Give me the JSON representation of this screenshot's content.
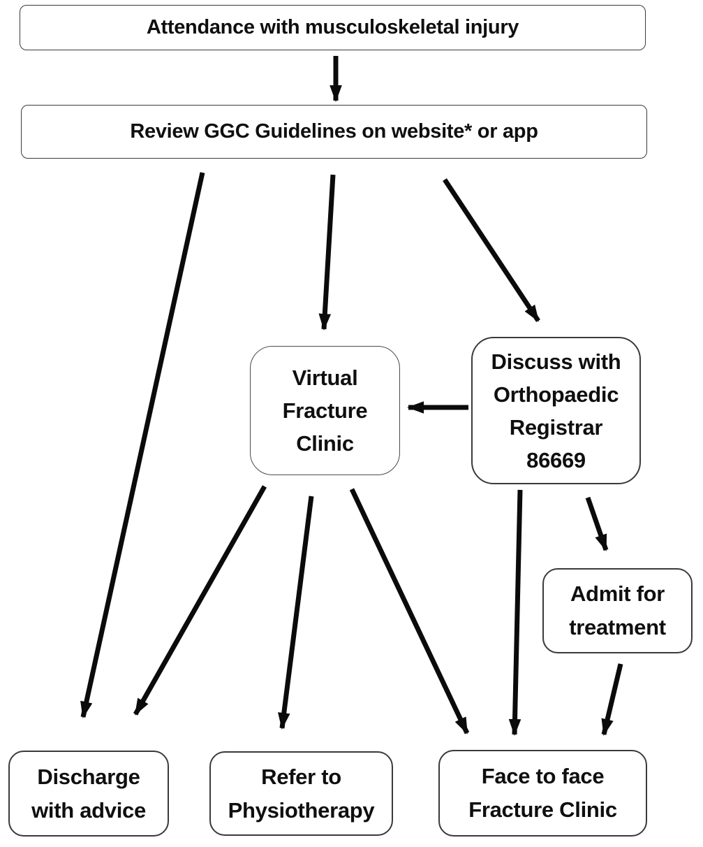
{
  "nodes": {
    "attendance": {
      "label": "Attendance with musculoskeletal injury"
    },
    "review": {
      "label": "Review GGC Guidelines on website* or app"
    },
    "vfc": {
      "label": "Virtual\nFracture\nClinic"
    },
    "discuss": {
      "label": "Discuss with\nOrthopaedic\nRegistrar\n86669"
    },
    "admit": {
      "label": "Admit for\ntreatment"
    },
    "discharge": {
      "label": "Discharge\nwith advice"
    },
    "physio": {
      "label": "Refer to\nPhysiotherapy"
    },
    "face": {
      "label": "Face to face\nFracture Clinic"
    }
  },
  "edges": [
    {
      "from": "attendance",
      "to": "review"
    },
    {
      "from": "review",
      "to": "discharge"
    },
    {
      "from": "review",
      "to": "vfc"
    },
    {
      "from": "review",
      "to": "discuss"
    },
    {
      "from": "discuss",
      "to": "vfc"
    },
    {
      "from": "vfc",
      "to": "discharge"
    },
    {
      "from": "vfc",
      "to": "physio"
    },
    {
      "from": "vfc",
      "to": "face"
    },
    {
      "from": "discuss",
      "to": "face"
    },
    {
      "from": "discuss",
      "to": "admit"
    },
    {
      "from": "admit",
      "to": "face"
    }
  ],
  "colors": {
    "background": "#ffffff",
    "box_border": "#3a3a3a",
    "arrow": "#0b0b0b",
    "text": "#0f0f0f"
  }
}
